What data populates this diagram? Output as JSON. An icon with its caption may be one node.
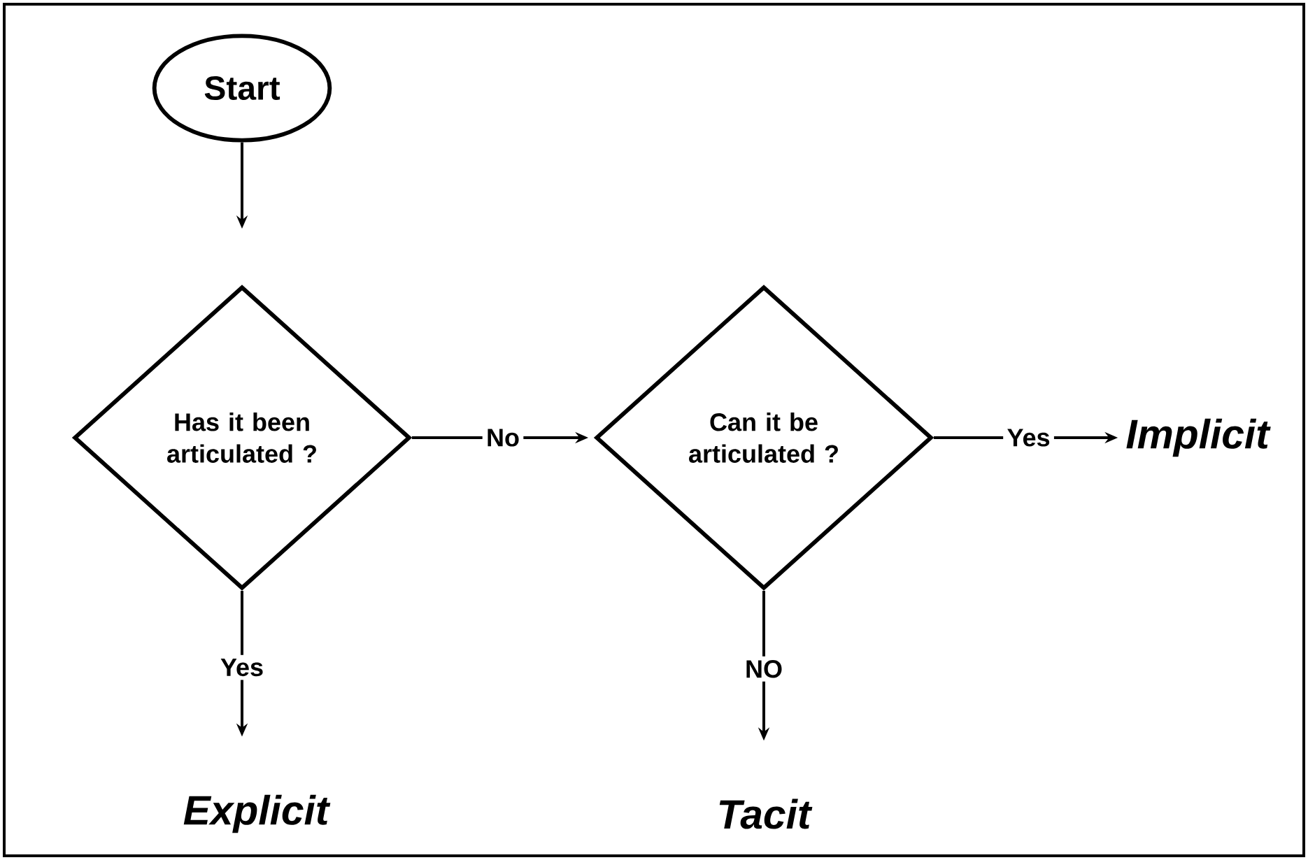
{
  "diagram": {
    "nodes": [
      {
        "text": [
          "Start"
        ]
      },
      {
        "text": [
          "Has it been articulated ?"
        ]
      },
      {
        "text": [
          "Can it be articulated ?"
        ]
      },
      {
        "text": [
          "Implicit"
        ]
      },
      {
        "text": [
          "Explicit"
        ]
      },
      {
        "text": [
          "Tacit"
        ]
      }
    ],
    "edges": [
      {
        "from": 0,
        "to": 1,
        "arrow": "to"
      },
      {
        "from": 1,
        "to": 2,
        "arrow": "to",
        "label": "No"
      },
      {
        "from": 2,
        "to": 3,
        "arrow": "to",
        "label": "Yes"
      },
      {
        "from": 1,
        "to": 4,
        "arrow": "to",
        "label": "Yes"
      },
      {
        "from": 2,
        "to": 5,
        "arrow": "to",
        "label": "NO"
      }
    ]
  }
}
